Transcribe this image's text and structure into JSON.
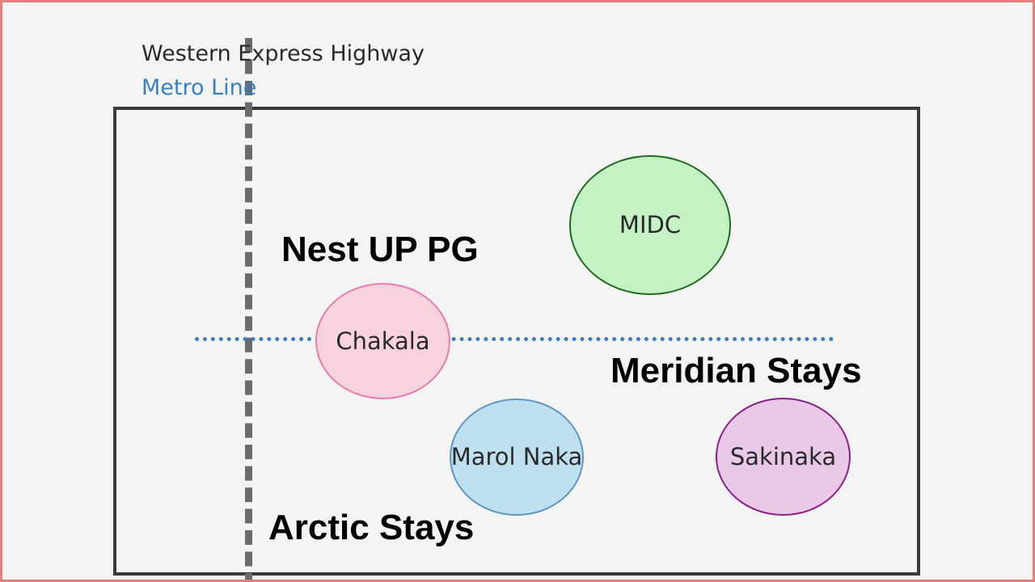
{
  "legend": {
    "highway": "Western Express Highway",
    "metro": "Metro Line"
  },
  "colors": {
    "highway": "#6b6b6b",
    "metro": "#3a7fc0",
    "midc": "#c5f2c5",
    "chakala": "#f8d2dc",
    "marol_naka": "#bfe0ee",
    "sakinaka": "#e9c8e8"
  },
  "zones": {
    "midc": "MIDC",
    "chakala": "Chakala",
    "marol_naka": "Marol Naka",
    "sakinaka": "Sakinaka"
  },
  "stays": {
    "nest_up_pg": "Nest UP PG",
    "meridian_stays": "Meridian Stays",
    "arctic_stays": "Arctic Stays"
  }
}
